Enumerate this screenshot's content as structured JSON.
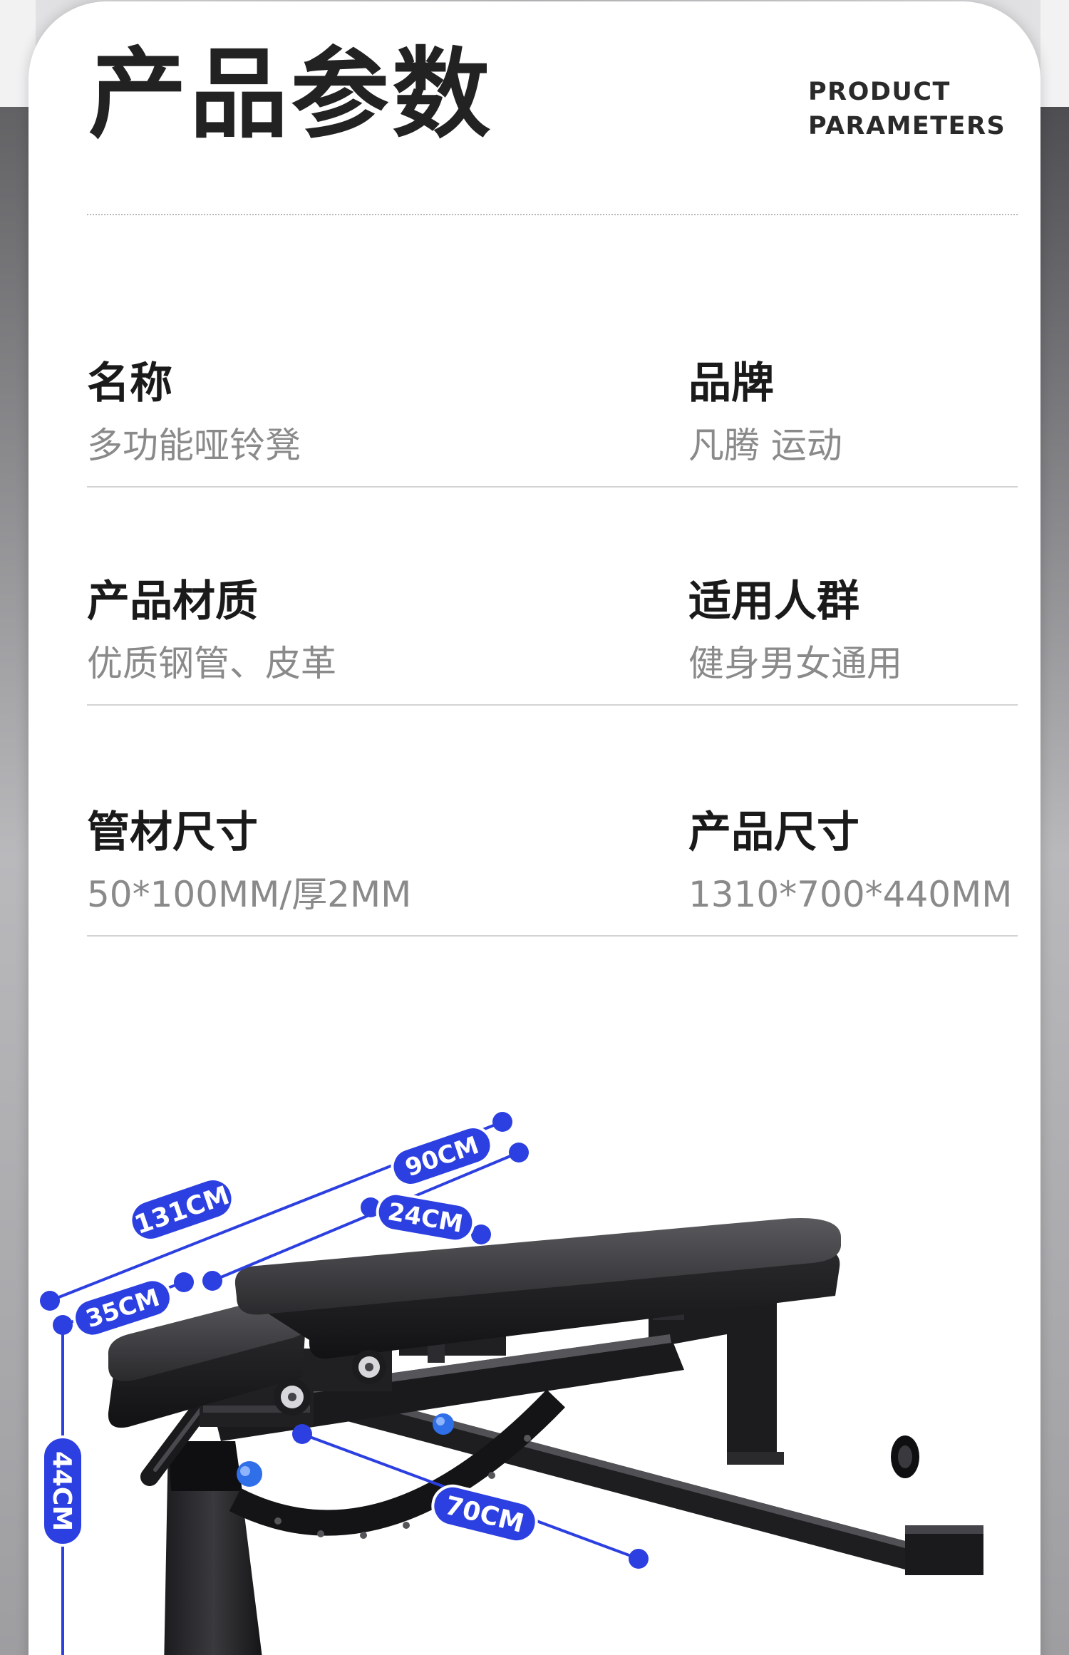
{
  "header": {
    "title": "产品参数",
    "subtitle_line1": "PRODUCT",
    "subtitle_line2": "PARAMETERS"
  },
  "params": [
    {
      "label": "名称",
      "value": "多功能哑铃凳"
    },
    {
      "label": "品牌",
      "value": "凡腾 运动"
    },
    {
      "label": "产品材质",
      "value": "优质钢管、皮革"
    },
    {
      "label": "适用人群",
      "value": "健身男女通用"
    },
    {
      "label": "管材尺寸",
      "value": "50*100MM/厚2MM"
    },
    {
      "label": "产品尺寸",
      "value": "1310*700*440MM"
    }
  ],
  "dimensions": {
    "overall_length": "131CM",
    "back_pad_length": "90CM",
    "back_pad_width": "24CM",
    "seat_pad_length": "35CM",
    "height": "44CM",
    "base_width": "70CM"
  },
  "colors": {
    "accent": "#2c3fe0",
    "label": "#1a1a1a",
    "value": "#8a8a8a"
  },
  "icons": [
    "gear-knob-icon",
    "pop-pin-icon"
  ]
}
